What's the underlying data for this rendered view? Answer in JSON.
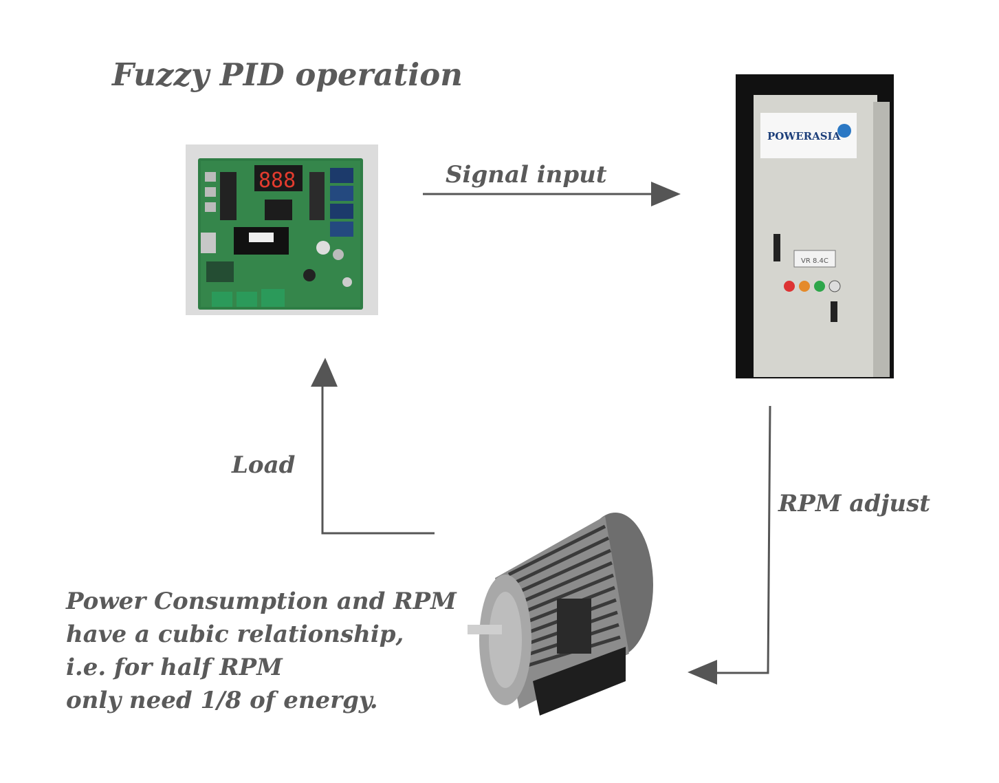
{
  "title": "Fuzzy PID operation",
  "arrows": {
    "signal_input": "Signal input",
    "load": "Load",
    "rpm_adjust": "RPM adjust"
  },
  "note": [
    "Power Consumption and RPM",
    "have a cubic relationship,",
    "i.e. for half RPM",
    "only need 1/8 of energy."
  ],
  "cabinet": {
    "brand": "POWERASIA",
    "plate": "VR 8.4C"
  },
  "colors": {
    "text": "#5a5a5a",
    "arrow": "#555555",
    "pcb_green": "#2f7d45",
    "cabinet_gray": "#d5d5cf",
    "motor_metal": "#8c8c8c"
  }
}
